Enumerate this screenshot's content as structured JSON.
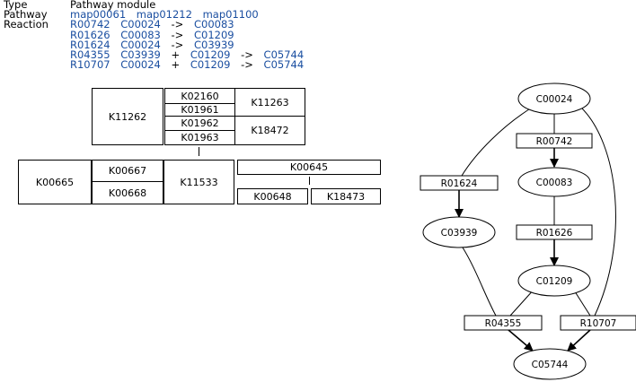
{
  "info": {
    "type_label": "Type",
    "type_value": "Pathway module",
    "pathway_label": "Pathway",
    "pathways": [
      "map00061",
      "map01212",
      "map01100"
    ],
    "reaction_label": "Reaction",
    "reactions": [
      {
        "id": "R00742",
        "reactants": "C00024",
        "arrow": "->",
        "products": "C00083"
      },
      {
        "id": "R01626",
        "reactants": "C00083",
        "arrow": "->",
        "products": "C01209"
      },
      {
        "id": "R01624",
        "reactants": "C00024",
        "arrow": "->",
        "products": "C03939"
      },
      {
        "id": "R04355",
        "reactants": "C03939",
        "plus": "+",
        "reactants2": "C01209",
        "arrow": "->",
        "products": "C05744"
      },
      {
        "id": "R10707",
        "reactants": "C00024",
        "plus": "+",
        "reactants2": "C01209",
        "arrow": "->",
        "products": "C05744"
      }
    ]
  },
  "ko_boxes": {
    "k11262": "K11262",
    "k02160": "K02160",
    "k01961": "K01961",
    "k11263": "K11263",
    "k01962": "K01962",
    "k01963": "K01963",
    "k18472": "K18472",
    "k00665": "K00665",
    "k00667": "K00667",
    "k00668": "K00668",
    "k11533": "K11533",
    "k00645": "K00645",
    "k00648": "K00648",
    "k18473": "K18473"
  },
  "graph": {
    "nodes": {
      "c00024": "C00024",
      "r00742": "R00742",
      "c00083": "C00083",
      "r01624": "R01624",
      "c03939": "C03939",
      "r01626": "R01626",
      "c01209": "C01209",
      "r04355": "R04355",
      "r10707": "R10707",
      "c05744": "C05744"
    }
  }
}
